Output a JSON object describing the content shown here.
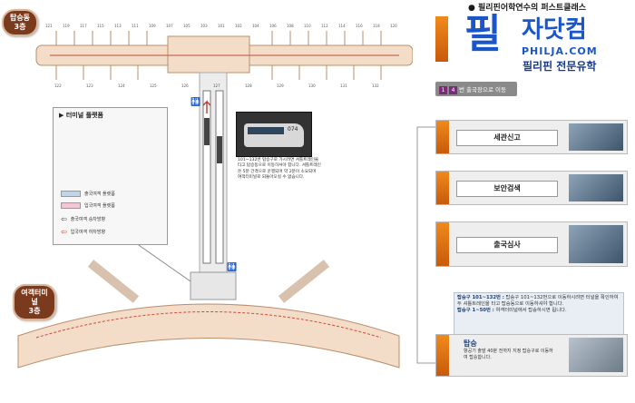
{
  "left": {
    "concourse_badge": [
      "탑승동",
      "3층"
    ],
    "terminal_badge": [
      "여객터미널",
      "3층"
    ],
    "legend_title": "터미널 플랫폼",
    "legend_items": [
      {
        "label": "출국여객 플랫폼",
        "color": "#bcd6ef"
      },
      {
        "label": "입국여객 플랫폼",
        "color": "#f2c6d4"
      },
      {
        "label": "출국여객 승차방향",
        "color": "#ffffff"
      },
      {
        "label": "입국여객 하차방향",
        "color": "#ffffff"
      }
    ],
    "train_caption": "101~132번 탑승구로 가시려면 셔틀트레인을 타고 탑승동으로 이동하셔야 합니다. 셔틀트레인은 5분 간격으로 운행되며 약 2분이 소요되며 여객터미널로 되돌아오실 수 없습니다.",
    "train_number": "074",
    "top_gates": [
      "121",
      "119",
      "117",
      "115",
      "113",
      "111",
      "109",
      "107",
      "105",
      "103",
      "101",
      "102",
      "104",
      "106",
      "108",
      "110",
      "112",
      "114",
      "116",
      "118",
      "120"
    ],
    "bottom_gates": [
      "122",
      "123",
      "124",
      "125",
      "126",
      "127",
      "128",
      "129",
      "130",
      "131",
      "132"
    ]
  },
  "right": {
    "watermark_top": "필리핀어학연수의 퍼스트클래스",
    "watermark_logo": "필",
    "watermark_logo2": "자닷컴",
    "watermark_url": "PHILJA.COM",
    "watermark_sub": "필리핀 전문유학",
    "route_label": "번 출국장으로 이동",
    "route_from": "1",
    "route_to": "4",
    "steps": [
      "세관신고",
      "보안검색",
      "출국심사"
    ],
    "info_line1_bold": "탑승구 101~132번 :",
    "info_line1": " 탑승구 101~132번으로 이동하시려면 터널을 확인하여 두 셔틀트레인을 타고 탑승동으로 이동하셔야 합니다.",
    "info_line2_bold": "탑승구 1~50번 :",
    "info_line2": " 여객터미널에서 탑승하시면 됩니다.",
    "board_title": "탑승",
    "board_text": "항공기 출발 40분 전까지 지정 탑승구로 이동하여 탑승합니다."
  }
}
